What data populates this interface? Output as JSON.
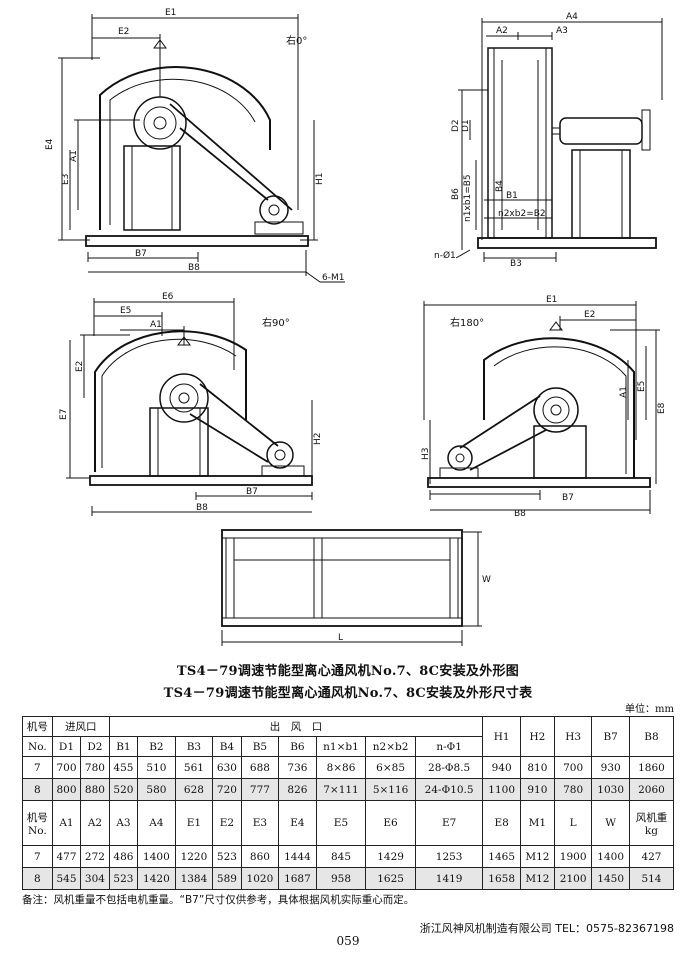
{
  "drawing_labels": {
    "view1": {
      "rotation": "右0°",
      "E1": "E1",
      "E2": "E2",
      "E4": "E4",
      "A1": "A1",
      "E3": "E3",
      "H1": "H1",
      "B7": "B7",
      "B8": "B8",
      "M1": "6-M1"
    },
    "view2": {
      "A4": "A4",
      "A2": "A2",
      "A3": "A3",
      "D2": "D2",
      "D1": "D1",
      "B6": "B6",
      "B5": "n1xb1=B5",
      "B4": "B4",
      "B1": "B1",
      "B2": "n2xb2=B2",
      "phi": "n-Ø1",
      "B3": "B3"
    },
    "view3": {
      "rotation": "右90°",
      "E6": "E6",
      "E5": "E5",
      "A1": "A1",
      "E2": "E2",
      "E7": "E7",
      "H2": "H2",
      "B7": "B7",
      "B8": "B8"
    },
    "view4": {
      "rotation": "右180°",
      "E1": "E1",
      "E2": "E2",
      "A1": "A1",
      "E5": "E5",
      "E8": "E8",
      "H3": "H3",
      "B7": "B7",
      "B8": "B8"
    },
    "view5": {
      "W": "W",
      "L": "L"
    }
  },
  "title1": "TS4－79调速节能型离心通风机No.7、8C安装及外形图",
  "title2": "TS4－79调速节能型离心通风机No.7、8C安装及外形尺寸表",
  "unit": "单位：mm",
  "table": {
    "head1": {
      "model": "机号",
      "inlet": "进风口",
      "outlet": "出　风　口",
      "H1": "H1",
      "H2": "H2",
      "H3": "H3",
      "B7": "B7",
      "B8": "B8"
    },
    "head2": {
      "no": "No.",
      "cols": [
        "D1",
        "D2",
        "B1",
        "B2",
        "B3",
        "B4",
        "B5",
        "B6",
        "n1×b1",
        "n2×b2",
        "n-Φ1"
      ]
    },
    "rows1": [
      [
        "7",
        "700",
        "780",
        "455",
        "510",
        "561",
        "630",
        "688",
        "736",
        "8×86",
        "6×85",
        "28-Φ8.5",
        "940",
        "810",
        "700",
        "930",
        "1860"
      ],
      [
        "8",
        "800",
        "880",
        "520",
        "580",
        "628",
        "720",
        "777",
        "826",
        "7×111",
        "5×116",
        "24-Φ10.5",
        "1100",
        "910",
        "780",
        "1030",
        "2060"
      ]
    ],
    "head3": {
      "model": "机号",
      "no": "No.",
      "cols": [
        "A1",
        "A2",
        "A3",
        "A4",
        "E1",
        "E2",
        "E3",
        "E4",
        "E5",
        "E6",
        "E7",
        "E8",
        "M1",
        "L",
        "W"
      ],
      "weight": "风机重",
      "weight_unit": "kg"
    },
    "rows2": [
      [
        "7",
        "477",
        "272",
        "486",
        "1400",
        "1220",
        "523",
        "860",
        "1444",
        "845",
        "1429",
        "1253",
        "1465",
        "M12",
        "1900",
        "1400",
        "427"
      ],
      [
        "8",
        "545",
        "304",
        "523",
        "1420",
        "1384",
        "589",
        "1020",
        "1687",
        "958",
        "1625",
        "1419",
        "1658",
        "M12",
        "2100",
        "1450",
        "514"
      ]
    ]
  },
  "note": "备注：风机重量不包括电机重量。“B7”尺寸仅供参考，具体根据风机实际重心而定。",
  "company": "浙江风神风机制造有限公司  TEL：0575-82367198",
  "page": "059"
}
